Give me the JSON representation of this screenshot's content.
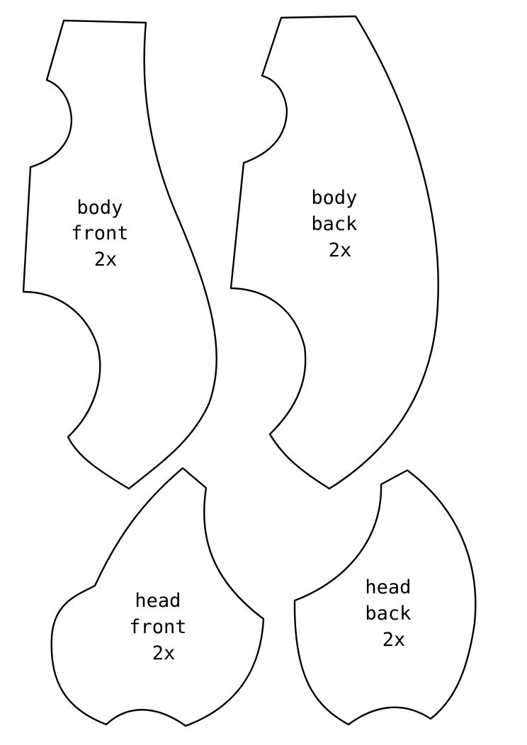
{
  "colors": {
    "outline": "#000000",
    "label": "#000000",
    "background": "#ffffff"
  },
  "pieces": {
    "body_front": {
      "lines": [
        "body",
        "front",
        "2x"
      ]
    },
    "body_back": {
      "lines": [
        "body",
        "back",
        "2x"
      ]
    },
    "head_front": {
      "lines": [
        "head",
        "front",
        "2x"
      ]
    },
    "head_back": {
      "lines": [
        "head",
        "back",
        "2x"
      ]
    }
  }
}
